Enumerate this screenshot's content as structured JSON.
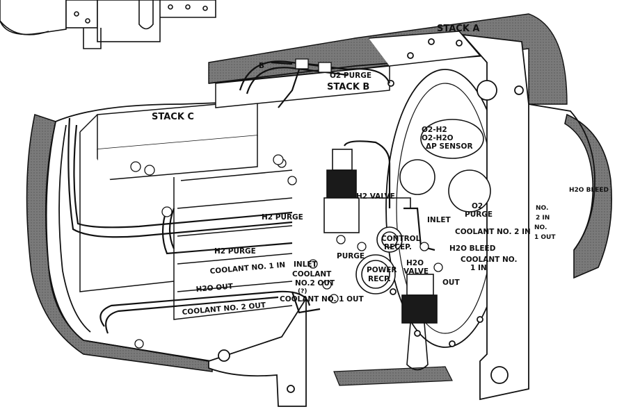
{
  "colors": {
    "ink": "#111111",
    "shading": "#6e6e6e",
    "background": "#ffffff"
  },
  "labels": {
    "stack_a": "STACK A",
    "stack_b": "STACK B",
    "stack_c": "STACK C",
    "b_marker": "B",
    "o2_purge_top": "O2 PURGE",
    "o2_h2": "O2-H2",
    "o2_h2o": "O2-H2O",
    "dp_sensor": "ΔP SENSOR",
    "h2_purge_upper": "H2 PURGE",
    "h2_purge_lower": "H2 PURGE",
    "h2_valve": "H2 VALVE",
    "o2": "O2",
    "purge_right": "PURGE",
    "inlet_right": "INLET",
    "coolant_2_in_right": "COOLANT NO. 2 IN",
    "control_recep_1": "CONTROL",
    "control_recep_2": "RECEP.",
    "h2o_bleed_right": "H2O BLEED",
    "h2o_bleed_far": "H2O BLEED",
    "no2_in_1": "NO.",
    "no2_in_2": "2 IN",
    "no1_out_1": "NO.",
    "no1_out_2": "1 OUT",
    "coolant_1_right_1": "COOLANT NO.",
    "coolant_1_right_2": "1 IN",
    "out_right": "OUT",
    "h2o_valve_1": "H2O",
    "h2o_valve_2": "VALVE",
    "power_recep_1": "POWER",
    "power_recep_2": "RECP.",
    "purge_mid": "PURGE",
    "inlet_mid": "INLET",
    "coolant_mid": "COOLANT",
    "no2_out_mid": "NO.2 OUT",
    "coolant_1_out": "COOLANT NO. 1 OUT",
    "coolant_1_in": "COOLANT NO. 1 IN",
    "h2o_out": "H2O OUT",
    "coolant_2_out": "COOLANT NO. 2 OUT",
    "question": "(?)"
  }
}
